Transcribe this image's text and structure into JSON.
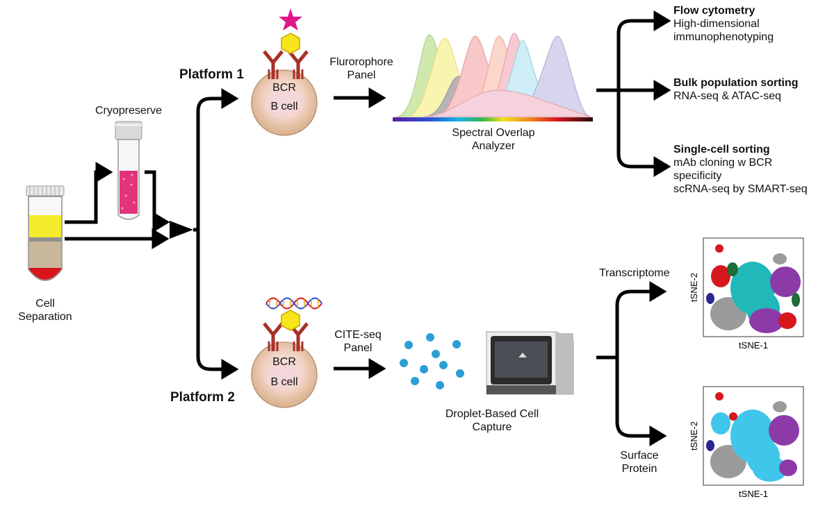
{
  "left": {
    "cell_separation": [
      "Cell",
      "Separation"
    ],
    "cryopreserve": "Cryopreserve"
  },
  "platform1": {
    "title": "Platform 1",
    "bcr": "BCR",
    "cell": "B cell",
    "panel": [
      "Flurorophore",
      "Panel"
    ],
    "analyzer": [
      "Spectral Overlap",
      "Analyzer"
    ]
  },
  "platform2": {
    "title": "Platform 2",
    "bcr": "BCR",
    "cell": "B cell",
    "panel": [
      "CITE-seq",
      "Panel"
    ],
    "capture": [
      "Droplet-Based Cell",
      "Capture"
    ],
    "transcriptome": "Transcriptome",
    "surface": [
      "Surface",
      "Protein"
    ],
    "tsne_x": "tSNE-1",
    "tsne_y": "tSNE-2"
  },
  "outputs": [
    {
      "title": "Flow cytometry",
      "lines": [
        "High-dimensional",
        "immunophenotyping"
      ]
    },
    {
      "title": "Bulk population sorting",
      "lines": [
        "RNA-seq & ATAC-seq"
      ]
    },
    {
      "title": "Single-cell sorting",
      "lines": [
        "mAb cloning w BCR",
        "specificity",
        "scRNA-seq by SMART-seq"
      ]
    }
  ],
  "colors": {
    "antibody": "#a8302a",
    "cell": "#e8c9a6",
    "star": "#e0178a",
    "hexagon": "#f7e41a",
    "droplet": "#2a9fd6",
    "tube_yellow": "#f4ec2a",
    "tube_tan": "#c9b79b",
    "tube_red": "#d7161c",
    "cryo_pink": "#e2347a"
  }
}
